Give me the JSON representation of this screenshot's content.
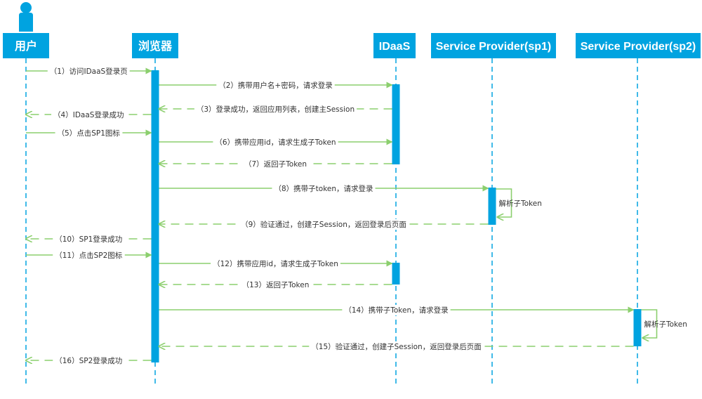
{
  "colors": {
    "lifeline": "#00a3e0",
    "message": "#8ccf6e",
    "header_text": "#ffffff",
    "label_text": "#333333"
  },
  "actor_icon": "person-icon",
  "participants": [
    {
      "id": "user",
      "label": "用户"
    },
    {
      "id": "browser",
      "label": "浏览器"
    },
    {
      "id": "idaas",
      "label": "IDaaS"
    },
    {
      "id": "sp1",
      "label": "Service Provider(sp1)"
    },
    {
      "id": "sp2",
      "label": "Service Provider(sp2)"
    }
  ],
  "messages": [
    {
      "from": "user",
      "to": "browser",
      "kind": "call",
      "label": "（1）访问IDaaS登录页"
    },
    {
      "from": "browser",
      "to": "idaas",
      "kind": "call",
      "label": "（2）携带用户名+密码，请求登录"
    },
    {
      "from": "idaas",
      "to": "browser",
      "kind": "return",
      "label": "（3）登录成功，返回应用列表，创建主Session"
    },
    {
      "from": "browser",
      "to": "user",
      "kind": "return",
      "label": "（4）IDaaS登录成功"
    },
    {
      "from": "user",
      "to": "browser",
      "kind": "call",
      "label": "（5）点击SP1图标"
    },
    {
      "from": "browser",
      "to": "idaas",
      "kind": "call",
      "label": "（6）携带应用id，请求生成子Token"
    },
    {
      "from": "idaas",
      "to": "browser",
      "kind": "return",
      "label": "（7）返回子Token"
    },
    {
      "from": "browser",
      "to": "sp1",
      "kind": "call",
      "label": "（8）携带子token，请求登录"
    },
    {
      "from": "sp1",
      "to": "sp1",
      "kind": "self",
      "label": "解析子Token"
    },
    {
      "from": "sp1",
      "to": "browser",
      "kind": "return",
      "label": "（9）验证通过，创建子Session，返回登录后页面"
    },
    {
      "from": "browser",
      "to": "user",
      "kind": "return",
      "label": "（10）SP1登录成功"
    },
    {
      "from": "user",
      "to": "browser",
      "kind": "call",
      "label": "（11）点击SP2图标"
    },
    {
      "from": "browser",
      "to": "idaas",
      "kind": "call",
      "label": "（12）携带应用id，请求生成子Token"
    },
    {
      "from": "idaas",
      "to": "browser",
      "kind": "return",
      "label": "（13）返回子Token"
    },
    {
      "from": "browser",
      "to": "sp2",
      "kind": "call",
      "label": "（14）携带子Token，请求登录"
    },
    {
      "from": "sp2",
      "to": "sp2",
      "kind": "self",
      "label": "解析子Token"
    },
    {
      "from": "sp2",
      "to": "browser",
      "kind": "return",
      "label": "（15）验证通过，创建子Session，返回登录后页面"
    },
    {
      "from": "browser",
      "to": "user",
      "kind": "return",
      "label": "（16）SP2登录成功"
    }
  ]
}
